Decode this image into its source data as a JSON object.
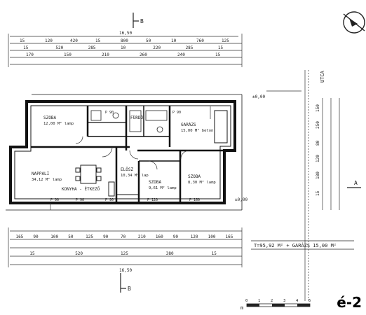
{
  "sheet_id": "é-2",
  "section_markers": {
    "top": "B",
    "bottom": "B",
    "right": "A"
  },
  "street_label": "UTCA",
  "total_area": "T=95,92 M² + GARÁZS 15,00 M²",
  "scale_bar": {
    "unit": "m",
    "ticks": [
      "0",
      "1",
      "2",
      "3",
      "4",
      "5"
    ]
  },
  "rooms": [
    {
      "name": "SZOBA",
      "area": "12,00 M² lamp"
    },
    {
      "name": "GARÁZS",
      "area": "15,00 M² beton"
    },
    {
      "name": "NAPPALI",
      "area": "34,12 M² lamp"
    },
    {
      "name": "KONYHA - ÉTKEZŐ",
      "area": ""
    },
    {
      "name": "ELŐSZ",
      "area": "10,34 M² lap"
    },
    {
      "name": "SZOBA",
      "area": "9,61 M² lamp"
    },
    {
      "name": "SZOBA",
      "area": "8,30 M² lamp"
    },
    {
      "name": "FÜRDŐ",
      "area": ""
    }
  ],
  "dims_top": {
    "overall": "16,50",
    "row2": [
      "15",
      "120",
      "420",
      "15",
      "800",
      "50",
      "10",
      "760",
      "125"
    ],
    "row3": [
      "15",
      "520",
      "285",
      "10",
      "220",
      "285",
      "15"
    ],
    "row4": [
      "170",
      "150",
      "210",
      "260",
      "240",
      "15"
    ]
  },
  "dims_bottom": {
    "row1": [
      "165",
      "90",
      "100",
      "50",
      "125",
      "90",
      "70",
      "210",
      "160",
      "90",
      "120",
      "100",
      "165"
    ],
    "row2": [
      "15",
      "520",
      "125",
      "380",
      "15"
    ],
    "overall": "16,50"
  },
  "dims_right": [
    "150",
    "250",
    "80",
    "120",
    "180",
    "15"
  ],
  "openings": [
    "P 90",
    "P 90",
    "P 90",
    "P 120",
    "P 90",
    "P 90",
    "P 160"
  ],
  "level_mark": "±0,00"
}
